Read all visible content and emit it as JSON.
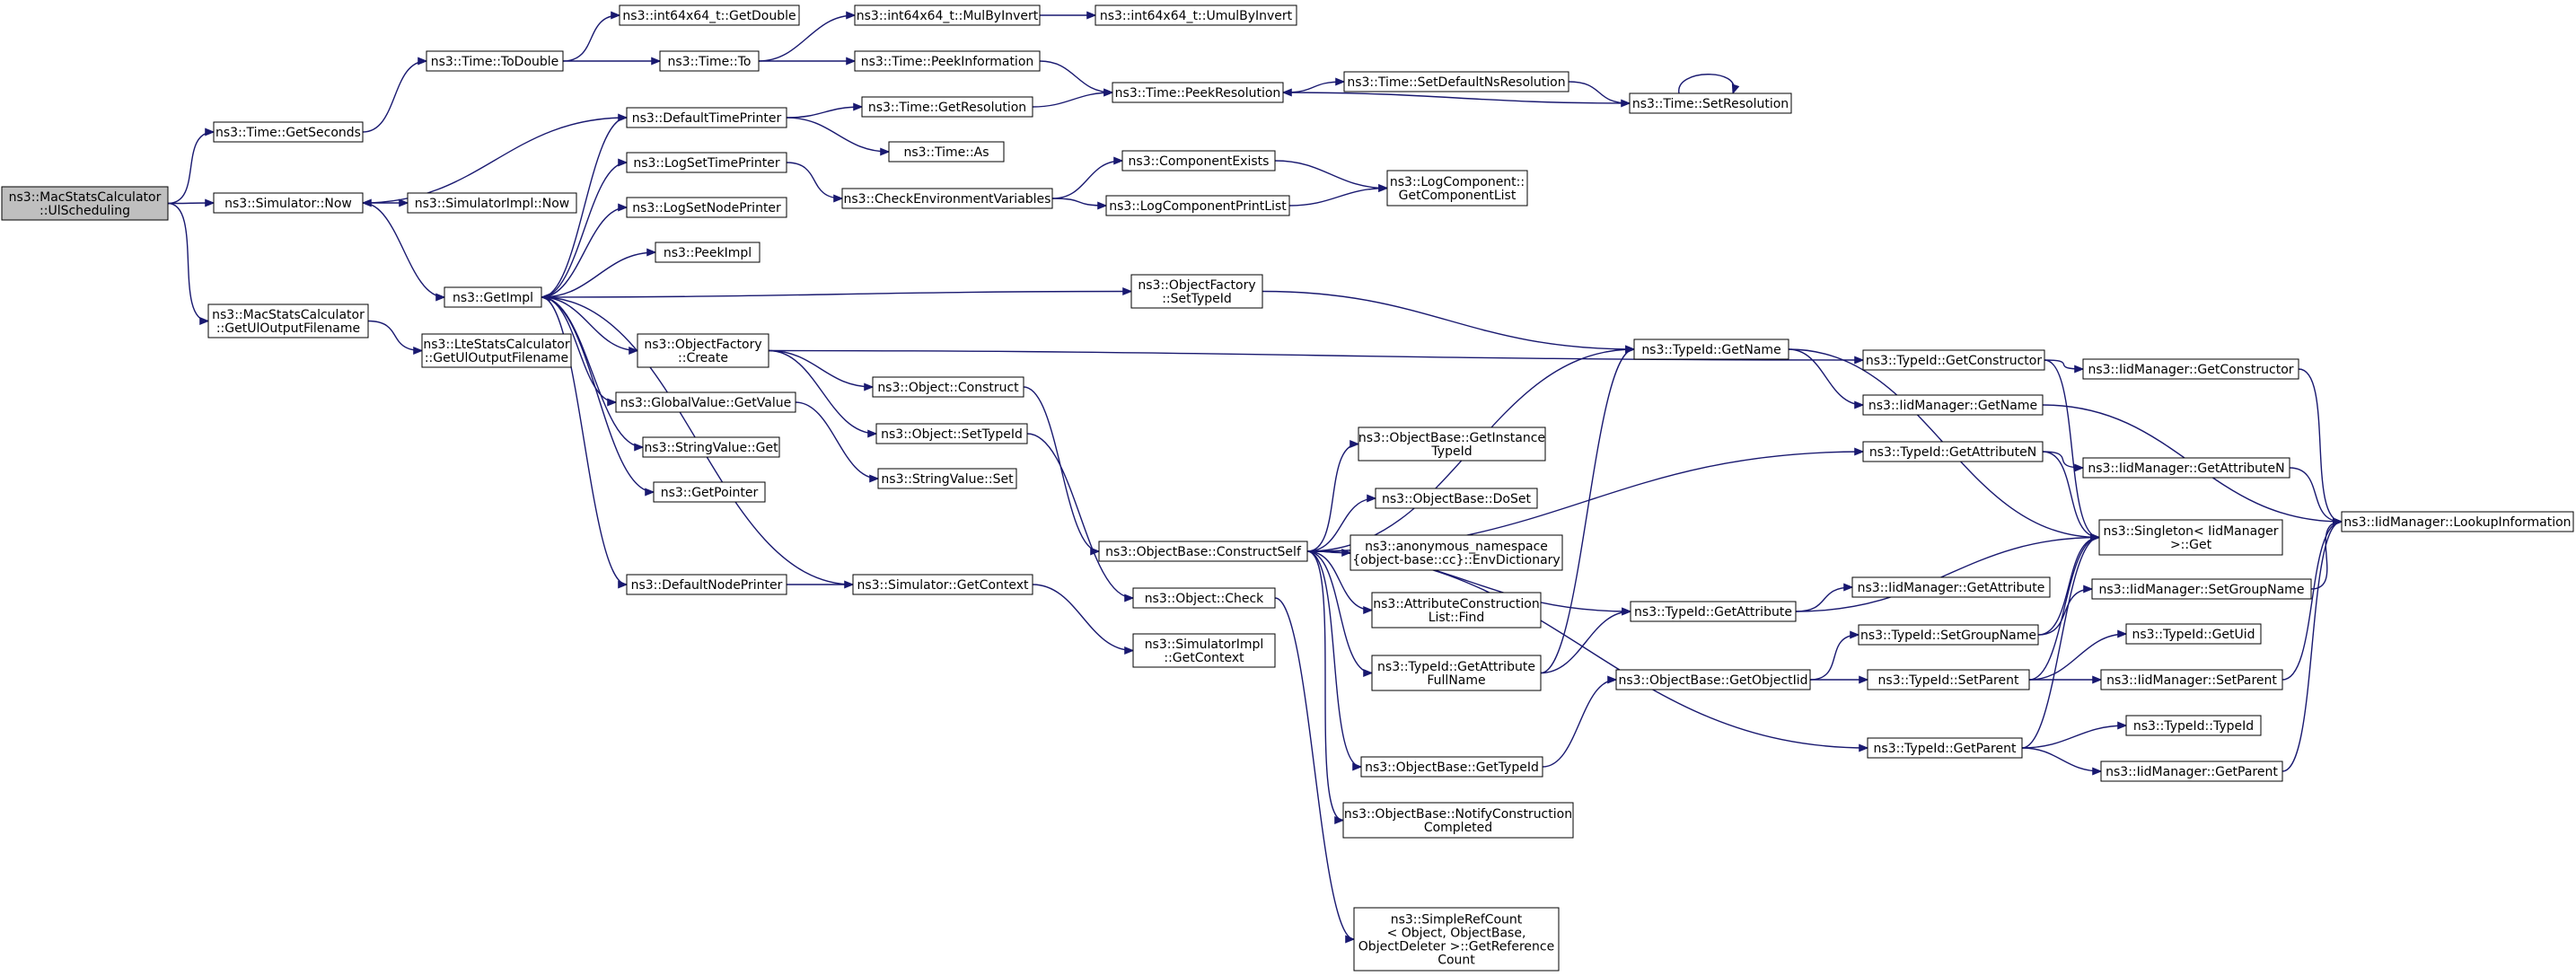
{
  "graph": {
    "root": "MacStatsCalculator_UlScheduling",
    "nodes": [
      {
        "id": "MacStatsCalculator_UlScheduling",
        "lines": [
          "ns3::MacStatsCalculator",
          "::UlScheduling"
        ],
        "root": true
      },
      {
        "id": "Time_GetSeconds",
        "lines": [
          "ns3::Time::GetSeconds"
        ]
      },
      {
        "id": "Simulator_Now",
        "lines": [
          "ns3::Simulator::Now"
        ]
      },
      {
        "id": "MacStatsCalculator_GetUlOutputFilename",
        "lines": [
          "ns3::MacStatsCalculator",
          "::GetUlOutputFilename"
        ]
      },
      {
        "id": "Time_ToDouble",
        "lines": [
          "ns3::Time::ToDouble"
        ]
      },
      {
        "id": "int64x64_GetDouble",
        "lines": [
          "ns3::int64x64_t::GetDouble"
        ]
      },
      {
        "id": "Time_To",
        "lines": [
          "ns3::Time::To"
        ]
      },
      {
        "id": "int64x64_MulByInvert",
        "lines": [
          "ns3::int64x64_t::MulByInvert"
        ]
      },
      {
        "id": "int64x64_UmulByInvert",
        "lines": [
          "ns3::int64x64_t::UmulByInvert"
        ]
      },
      {
        "id": "Time_PeekInformation",
        "lines": [
          "ns3::Time::PeekInformation"
        ]
      },
      {
        "id": "Time_PeekResolution",
        "lines": [
          "ns3::Time::PeekResolution"
        ]
      },
      {
        "id": "Time_SetDefaultNsResolution",
        "lines": [
          "ns3::Time::SetDefaultNsResolution"
        ]
      },
      {
        "id": "Time_SetResolution",
        "lines": [
          "ns3::Time::SetResolution"
        ]
      },
      {
        "id": "DefaultTimePrinter",
        "lines": [
          "ns3::DefaultTimePrinter"
        ]
      },
      {
        "id": "Time_GetResolution",
        "lines": [
          "ns3::Time::GetResolution"
        ]
      },
      {
        "id": "Time_As",
        "lines": [
          "ns3::Time::As"
        ]
      },
      {
        "id": "SimulatorImpl_Now",
        "lines": [
          "ns3::SimulatorImpl::Now"
        ]
      },
      {
        "id": "LogSetTimePrinter",
        "lines": [
          "ns3::LogSetTimePrinter"
        ]
      },
      {
        "id": "LogSetNodePrinter",
        "lines": [
          "ns3::LogSetNodePrinter"
        ]
      },
      {
        "id": "CheckEnvironmentVariables",
        "lines": [
          "ns3::CheckEnvironmentVariables"
        ]
      },
      {
        "id": "ComponentExists",
        "lines": [
          "ns3::ComponentExists"
        ]
      },
      {
        "id": "LogComponentPrintList",
        "lines": [
          "ns3::LogComponentPrintList"
        ]
      },
      {
        "id": "LogComponent_GetComponentList",
        "lines": [
          "ns3::LogComponent::",
          "GetComponentList"
        ]
      },
      {
        "id": "PeekImpl",
        "lines": [
          "ns3::PeekImpl"
        ]
      },
      {
        "id": "GetImpl",
        "lines": [
          "ns3::GetImpl"
        ]
      },
      {
        "id": "ObjectFactory_SetTypeId",
        "lines": [
          "ns3::ObjectFactory",
          "::SetTypeId"
        ]
      },
      {
        "id": "LteStatsCalculator_GetUlOutputFilename",
        "lines": [
          "ns3::LteStatsCalculator",
          "::GetUlOutputFilename"
        ]
      },
      {
        "id": "ObjectFactory_Create",
        "lines": [
          "ns3::ObjectFactory",
          "::Create"
        ]
      },
      {
        "id": "TypeId_GetName",
        "lines": [
          "ns3::TypeId::GetName"
        ]
      },
      {
        "id": "TypeId_GetConstructor",
        "lines": [
          "ns3::TypeId::GetConstructor"
        ]
      },
      {
        "id": "IidManager_GetConstructor",
        "lines": [
          "ns3::IidManager::GetConstructor"
        ]
      },
      {
        "id": "Object_Construct",
        "lines": [
          "ns3::Object::Construct"
        ]
      },
      {
        "id": "GlobalValue_GetValue",
        "lines": [
          "ns3::GlobalValue::GetValue"
        ]
      },
      {
        "id": "IidManager_GetName",
        "lines": [
          "ns3::IidManager::GetName"
        ]
      },
      {
        "id": "Object_SetTypeId",
        "lines": [
          "ns3::Object::SetTypeId"
        ]
      },
      {
        "id": "ObjectBase_GetInstanceTypeId",
        "lines": [
          "ns3::ObjectBase::GetInstance",
          "TypeId"
        ]
      },
      {
        "id": "StringValue_Get",
        "lines": [
          "ns3::StringValue::Get"
        ]
      },
      {
        "id": "StringValue_Set",
        "lines": [
          "ns3::StringValue::Set"
        ]
      },
      {
        "id": "TypeId_GetAttributeN",
        "lines": [
          "ns3::TypeId::GetAttributeN"
        ]
      },
      {
        "id": "IidManager_GetAttributeN",
        "lines": [
          "ns3::IidManager::GetAttributeN"
        ]
      },
      {
        "id": "GetPointer",
        "lines": [
          "ns3::GetPointer"
        ]
      },
      {
        "id": "ObjectBase_DoSet",
        "lines": [
          "ns3::ObjectBase::DoSet"
        ]
      },
      {
        "id": "IidManager_LookupInformation",
        "lines": [
          "ns3::IidManager::LookupInformation"
        ]
      },
      {
        "id": "Singleton_Get",
        "lines": [
          "ns3::Singleton< IidManager",
          " >::Get"
        ]
      },
      {
        "id": "ObjectBase_ConstructSelf",
        "lines": [
          "ns3::ObjectBase::ConstructSelf"
        ]
      },
      {
        "id": "anonymous_EnvDictionary",
        "lines": [
          "ns3::anonymous_namespace",
          "{object-base::cc}::EnvDictionary"
        ]
      },
      {
        "id": "DefaultNodePrinter",
        "lines": [
          "ns3::DefaultNodePrinter"
        ]
      },
      {
        "id": "Simulator_GetContext",
        "lines": [
          "ns3::Simulator::GetContext"
        ]
      },
      {
        "id": "IidManager_SetGroupName",
        "lines": [
          "ns3::IidManager::SetGroupName"
        ]
      },
      {
        "id": "Object_Check",
        "lines": [
          "ns3::Object::Check"
        ]
      },
      {
        "id": "IidManager_GetAttribute",
        "lines": [
          "ns3::IidManager::GetAttribute"
        ]
      },
      {
        "id": "AttributeConstructionList_Find",
        "lines": [
          "ns3::AttributeConstruction",
          "List::Find"
        ]
      },
      {
        "id": "TypeId_GetAttribute",
        "lines": [
          "ns3::TypeId::GetAttribute"
        ]
      },
      {
        "id": "TypeId_SetGroupName",
        "lines": [
          "ns3::TypeId::SetGroupName"
        ]
      },
      {
        "id": "TypeId_GetUid",
        "lines": [
          "ns3::TypeId::GetUid"
        ]
      },
      {
        "id": "SimulatorImpl_GetContext",
        "lines": [
          "ns3::SimulatorImpl",
          "::GetContext"
        ]
      },
      {
        "id": "TypeId_GetAttributeFullName",
        "lines": [
          "ns3::TypeId::GetAttribute",
          "FullName"
        ]
      },
      {
        "id": "ObjectBase_GetObjectIid",
        "lines": [
          "ns3::ObjectBase::GetObjectIid"
        ]
      },
      {
        "id": "TypeId_SetParent",
        "lines": [
          "ns3::TypeId::SetParent"
        ]
      },
      {
        "id": "IidManager_SetParent",
        "lines": [
          "ns3::IidManager::SetParent"
        ]
      },
      {
        "id": "TypeId_TypeId",
        "lines": [
          "ns3::TypeId::TypeId"
        ]
      },
      {
        "id": "TypeId_GetParent",
        "lines": [
          "ns3::TypeId::GetParent"
        ]
      },
      {
        "id": "ObjectBase_GetTypeId",
        "lines": [
          "ns3::ObjectBase::GetTypeId"
        ]
      },
      {
        "id": "IidManager_GetParent",
        "lines": [
          "ns3::IidManager::GetParent"
        ]
      },
      {
        "id": "ObjectBase_NotifyConstructionCompleted",
        "lines": [
          "ns3::ObjectBase::NotifyConstruction",
          "Completed"
        ]
      },
      {
        "id": "SimpleRefCount_GetReferenceCount",
        "lines": [
          "ns3::SimpleRefCount",
          "< Object, ObjectBase,",
          " ObjectDeleter >::GetReference",
          "Count"
        ]
      }
    ],
    "edges": [
      [
        "MacStatsCalculator_UlScheduling",
        "Time_GetSeconds"
      ],
      [
        "MacStatsCalculator_UlScheduling",
        "Simulator_Now"
      ],
      [
        "MacStatsCalculator_UlScheduling",
        "MacStatsCalculator_GetUlOutputFilename"
      ],
      [
        "Time_GetSeconds",
        "Time_ToDouble"
      ],
      [
        "Time_ToDouble",
        "int64x64_GetDouble"
      ],
      [
        "Time_ToDouble",
        "Time_To"
      ],
      [
        "Time_To",
        "int64x64_MulByInvert"
      ],
      [
        "Time_To",
        "Time_PeekInformation"
      ],
      [
        "int64x64_MulByInvert",
        "int64x64_UmulByInvert"
      ],
      [
        "Time_PeekInformation",
        "Time_PeekResolution"
      ],
      [
        "Time_PeekResolution",
        "Time_SetDefaultNsResolution"
      ],
      [
        "Time_SetDefaultNsResolution",
        "Time_SetResolution"
      ],
      [
        "Time_SetResolution",
        "Time_PeekResolution"
      ],
      [
        "Time_SetResolution",
        "Time_SetResolution"
      ],
      [
        "Simulator_Now",
        "SimulatorImpl_Now"
      ],
      [
        "Simulator_Now",
        "GetImpl"
      ],
      [
        "MacStatsCalculator_GetUlOutputFilename",
        "LteStatsCalculator_GetUlOutputFilename"
      ],
      [
        "DefaultTimePrinter",
        "Simulator_Now"
      ],
      [
        "DefaultTimePrinter",
        "Time_GetResolution"
      ],
      [
        "DefaultTimePrinter",
        "Time_As"
      ],
      [
        "Time_GetResolution",
        "Time_PeekResolution"
      ],
      [
        "LogSetTimePrinter",
        "CheckEnvironmentVariables"
      ],
      [
        "CheckEnvironmentVariables",
        "ComponentExists"
      ],
      [
        "CheckEnvironmentVariables",
        "LogComponentPrintList"
      ],
      [
        "ComponentExists",
        "LogComponent_GetComponentList"
      ],
      [
        "LogComponentPrintList",
        "LogComponent_GetComponentList"
      ],
      [
        "GetImpl",
        "DefaultTimePrinter"
      ],
      [
        "GetImpl",
        "LogSetTimePrinter"
      ],
      [
        "GetImpl",
        "LogSetNodePrinter"
      ],
      [
        "GetImpl",
        "PeekImpl"
      ],
      [
        "GetImpl",
        "ObjectFactory_SetTypeId"
      ],
      [
        "GetImpl",
        "ObjectFactory_Create"
      ],
      [
        "GetImpl",
        "GlobalValue_GetValue"
      ],
      [
        "GetImpl",
        "StringValue_Get"
      ],
      [
        "GetImpl",
        "GetPointer"
      ],
      [
        "GetImpl",
        "DefaultNodePrinter"
      ],
      [
        "ObjectFactory_SetTypeId",
        "TypeId_GetName"
      ],
      [
        "ObjectFactory_Create",
        "TypeId_GetConstructor"
      ],
      [
        "ObjectFactory_Create",
        "Object_Construct"
      ],
      [
        "ObjectFactory_Create",
        "Object_SetTypeId"
      ],
      [
        "GlobalValue_GetValue",
        "StringValue_Set"
      ],
      [
        "DefaultNodePrinter",
        "Simulator_GetContext"
      ],
      [
        "Simulator_GetContext",
        "GetImpl"
      ],
      [
        "Simulator_GetContext",
        "SimulatorImpl_GetContext"
      ],
      [
        "Object_Construct",
        "ObjectBase_ConstructSelf"
      ],
      [
        "Object_SetTypeId",
        "Object_Check"
      ],
      [
        "TypeId_GetName",
        "IidManager_GetName"
      ],
      [
        "TypeId_GetName",
        "Singleton_Get"
      ],
      [
        "TypeId_GetConstructor",
        "IidManager_GetConstructor"
      ],
      [
        "TypeId_GetConstructor",
        "Singleton_Get"
      ],
      [
        "IidManager_GetConstructor",
        "IidManager_LookupInformation"
      ],
      [
        "IidManager_GetName",
        "IidManager_LookupInformation"
      ],
      [
        "TypeId_GetAttributeN",
        "IidManager_GetAttributeN"
      ],
      [
        "TypeId_GetAttributeN",
        "Singleton_Get"
      ],
      [
        "IidManager_GetAttributeN",
        "IidManager_LookupInformation"
      ],
      [
        "ObjectBase_ConstructSelf",
        "TypeId_GetName"
      ],
      [
        "ObjectBase_ConstructSelf",
        "TypeId_GetAttributeN"
      ],
      [
        "ObjectBase_ConstructSelf",
        "ObjectBase_GetInstanceTypeId"
      ],
      [
        "ObjectBase_ConstructSelf",
        "ObjectBase_DoSet"
      ],
      [
        "ObjectBase_ConstructSelf",
        "anonymous_EnvDictionary"
      ],
      [
        "ObjectBase_ConstructSelf",
        "AttributeConstructionList_Find"
      ],
      [
        "ObjectBase_ConstructSelf",
        "TypeId_GetAttributeFullName"
      ],
      [
        "ObjectBase_ConstructSelf",
        "TypeId_GetAttribute"
      ],
      [
        "ObjectBase_ConstructSelf",
        "ObjectBase_GetTypeId"
      ],
      [
        "ObjectBase_ConstructSelf",
        "ObjectBase_NotifyConstructionCompleted"
      ],
      [
        "ObjectBase_ConstructSelf",
        "TypeId_GetParent"
      ],
      [
        "Object_Check",
        "SimpleRefCount_GetReferenceCount"
      ],
      [
        "TypeId_GetAttributeFullName",
        "TypeId_GetName"
      ],
      [
        "TypeId_GetAttributeFullName",
        "TypeId_GetAttribute"
      ],
      [
        "TypeId_GetAttribute",
        "IidManager_GetAttribute"
      ],
      [
        "TypeId_GetAttribute",
        "Singleton_Get"
      ],
      [
        "ObjectBase_GetTypeId",
        "ObjectBase_GetObjectIid"
      ],
      [
        "ObjectBase_GetObjectIid",
        "TypeId_SetGroupName"
      ],
      [
        "ObjectBase_GetObjectIid",
        "TypeId_SetParent"
      ],
      [
        "TypeId_SetGroupName",
        "IidManager_SetGroupName"
      ],
      [
        "TypeId_SetGroupName",
        "Singleton_Get"
      ],
      [
        "IidManager_SetGroupName",
        "IidManager_LookupInformation"
      ],
      [
        "TypeId_SetParent",
        "TypeId_GetUid"
      ],
      [
        "TypeId_SetParent",
        "IidManager_SetParent"
      ],
      [
        "TypeId_SetParent",
        "Singleton_Get"
      ],
      [
        "IidManager_SetParent",
        "IidManager_LookupInformation"
      ],
      [
        "TypeId_GetParent",
        "TypeId_TypeId"
      ],
      [
        "TypeId_GetParent",
        "IidManager_GetParent"
      ],
      [
        "TypeId_GetParent",
        "Singleton_Get"
      ],
      [
        "IidManager_GetParent",
        "IidManager_LookupInformation"
      ]
    ]
  }
}
